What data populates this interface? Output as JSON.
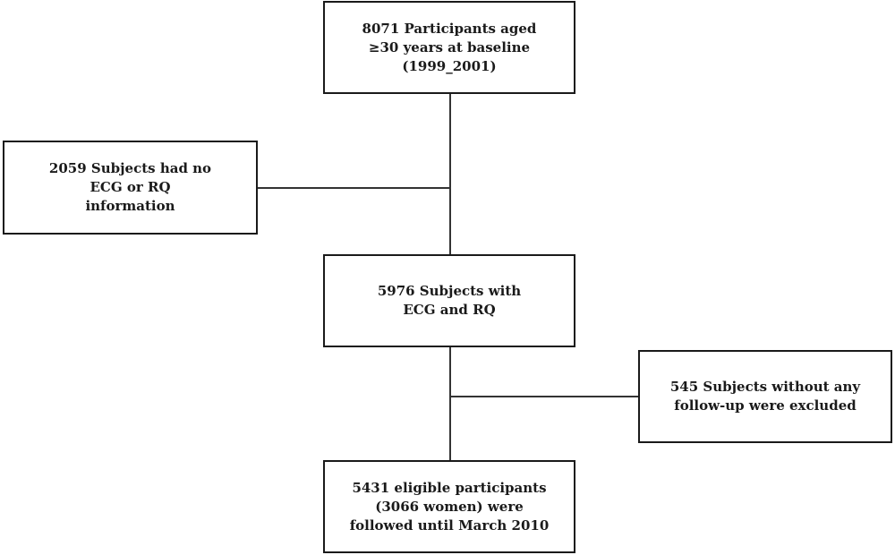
{
  "diagram": {
    "boxes": {
      "baseline": {
        "lines": [
          "8071 Participants aged",
          "≥30  years at baseline",
          "(1999_2001)"
        ]
      },
      "no_ecg": {
        "lines": [
          "2059 Subjects had no",
          "ECG or RQ",
          "information"
        ]
      },
      "with_ecg": {
        "lines": [
          "5976 Subjects with",
          "ECG and RQ"
        ]
      },
      "no_followup": {
        "lines": [
          "545 Subjects without any",
          "follow-up were excluded"
        ]
      },
      "eligible": {
        "lines": [
          "5431 eligible participants",
          "(3066 women) were",
          "followed until March 2010"
        ]
      }
    }
  }
}
